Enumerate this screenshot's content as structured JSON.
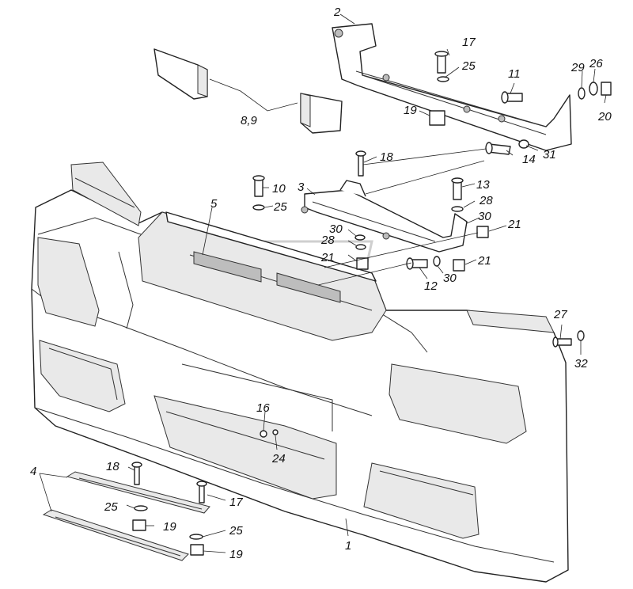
{
  "callouts": {
    "c1": "1",
    "c2": "2",
    "c3": "3",
    "c4": "4",
    "c5": "5",
    "c8_9": "8,9",
    "c10": "10",
    "c11": "11",
    "c12": "12",
    "c13": "13",
    "c14": "14",
    "c16": "16",
    "c17a": "17",
    "c17b": "17",
    "c18a": "18",
    "c18b": "18",
    "c19a": "19",
    "c19b": "19",
    "c19c": "19",
    "c20": "20",
    "c21a": "21",
    "c21b": "21",
    "c21c": "21",
    "c24": "24",
    "c25a": "25",
    "c25b": "25",
    "c25c": "25",
    "c25d": "25",
    "c26": "26",
    "c27": "27",
    "c28a": "28",
    "c28b": "28",
    "c29": "29",
    "c30a": "30",
    "c30b": "30",
    "c30c": "30",
    "c31": "31",
    "c32": "32"
  }
}
